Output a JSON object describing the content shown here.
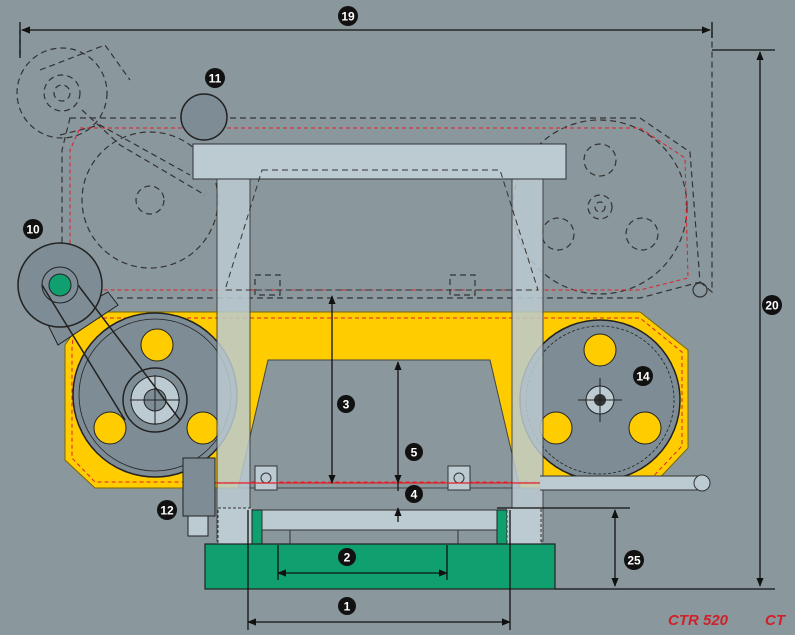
{
  "colors": {
    "background": "#8a979c",
    "blade_housing": "#ffcc00",
    "wheel": "#7e8d95",
    "frame_column": "#bccbd2",
    "base": "#10a070",
    "blade_line": "#e0202a",
    "dimension_line": "#111111",
    "callout_bubble": "#111111"
  },
  "callouts": {
    "c1": "1",
    "c2": "2",
    "c3": "3",
    "c4": "4",
    "c5": "5",
    "c10": "10",
    "c11": "11",
    "c12": "12",
    "c14": "14",
    "c19": "19",
    "c20": "20",
    "c25": "25"
  },
  "footer": {
    "model_a": "CTR 520",
    "model_b": "CT"
  }
}
